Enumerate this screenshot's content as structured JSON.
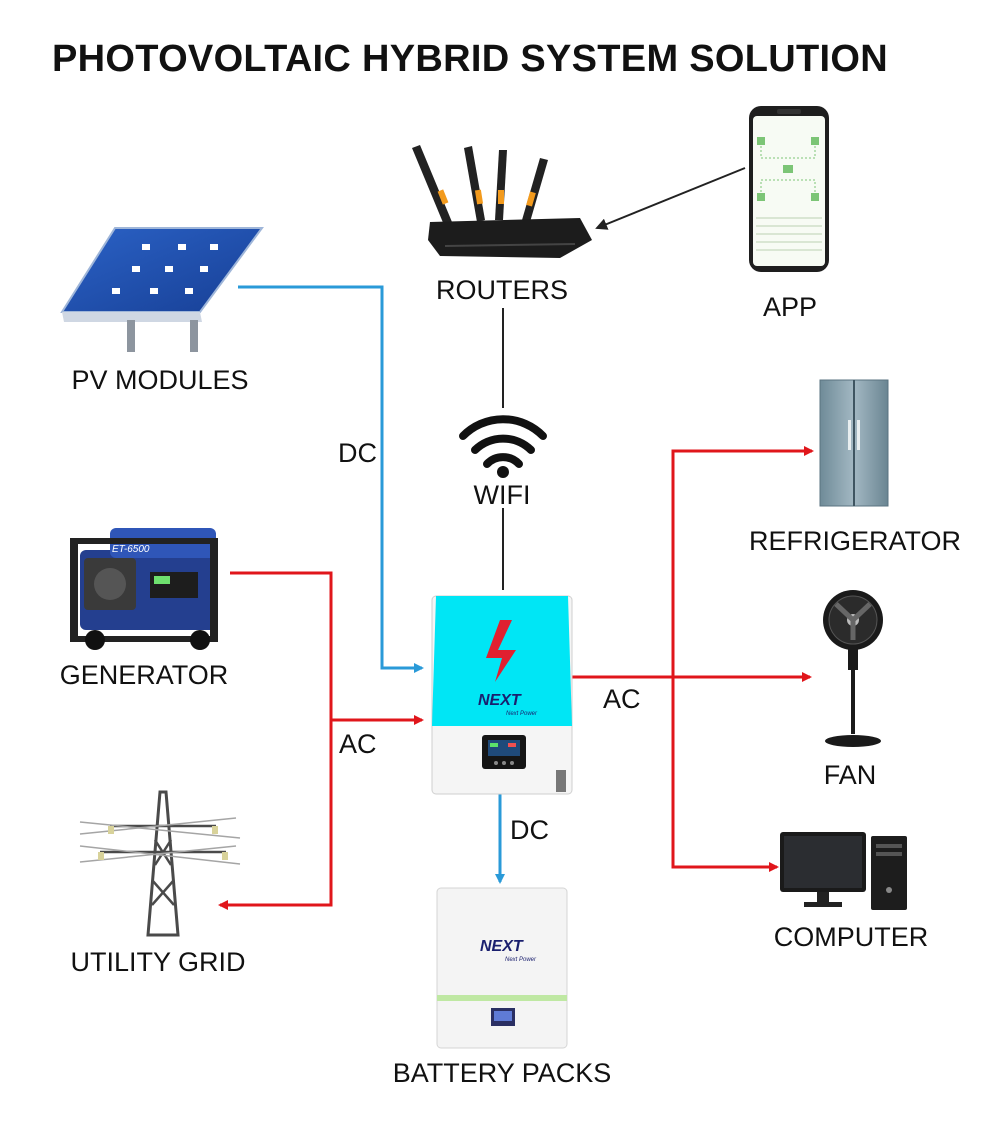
{
  "title": "PHOTOVOLTAIC HYBRID SYSTEM SOLUTION",
  "nodes": {
    "pv": "PV MODULES",
    "routers": "ROUTERS",
    "app": "APP",
    "wifi": "WIFI",
    "generator": "GENERATOR",
    "grid": "UTILITY GRID",
    "refrigerator": "REFRIGERATOR",
    "fan": "FAN",
    "computer": "COMPUTER",
    "battery": "BATTERY PACKS"
  },
  "connections": {
    "pv_dc": "DC",
    "gen_ac": "AC",
    "load_ac": "AC",
    "battery_dc": "DC"
  },
  "brand": {
    "logo": "NEXT",
    "tagline": "Next Power"
  },
  "colors": {
    "dc_line": "#2a9ad8",
    "ac_line": "#e0161b",
    "data_line": "#222222",
    "inverter_top": "#00e6f5"
  }
}
